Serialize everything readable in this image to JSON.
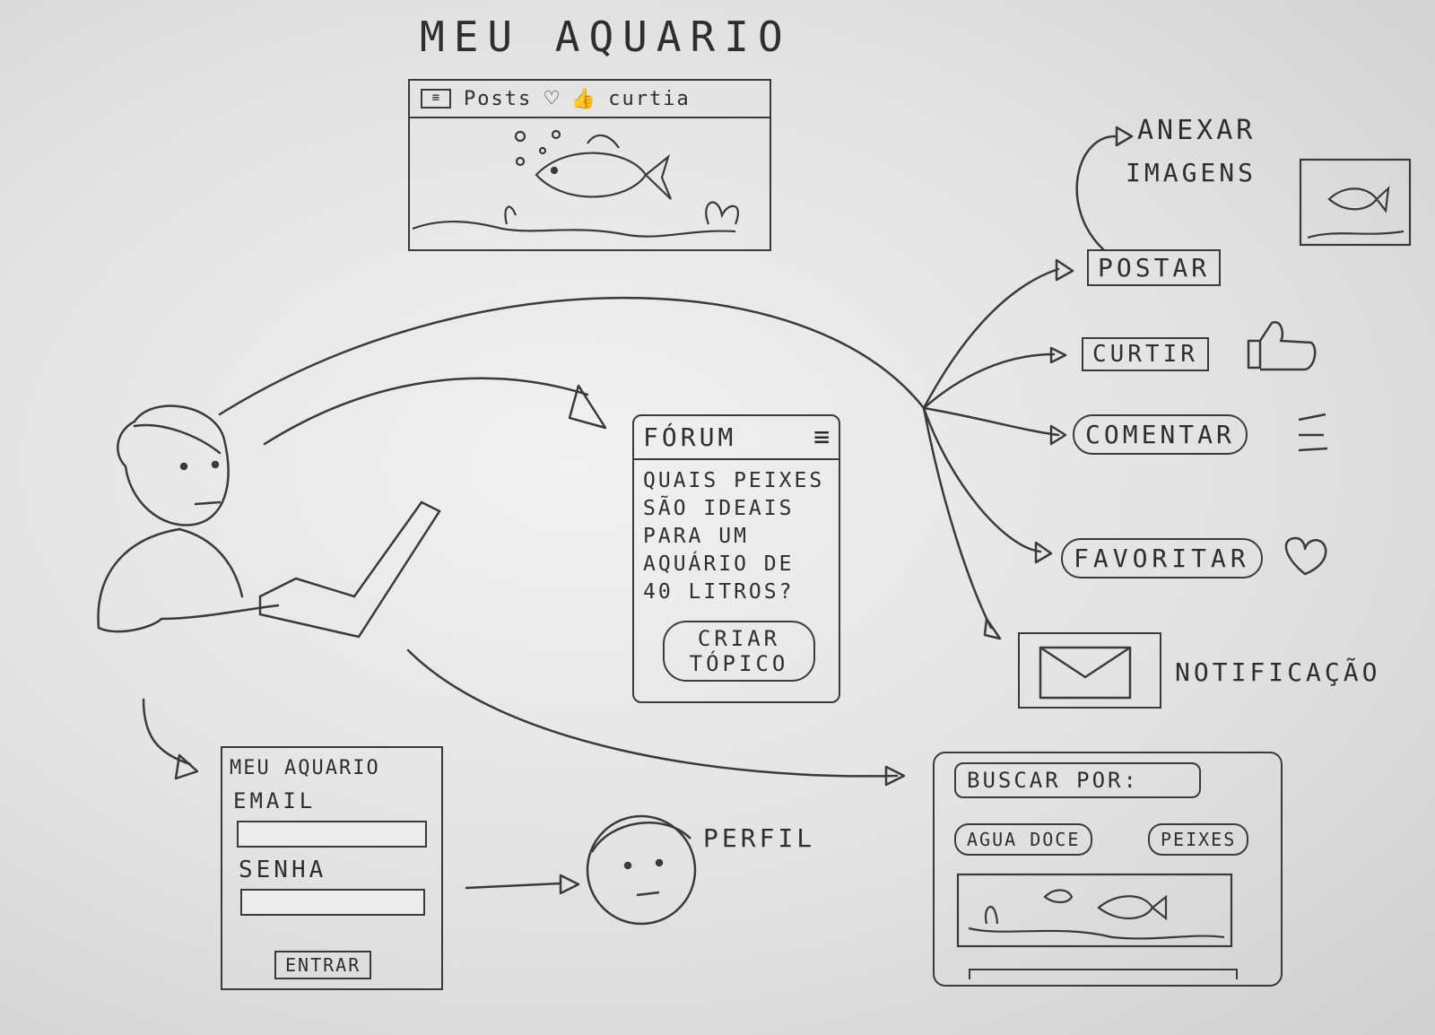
{
  "title": "MEU AQUARIO",
  "top_screen": {
    "tab_posts": "Posts",
    "tab_curtia": "curtia"
  },
  "actions": {
    "postar": "POSTAR",
    "curtir": "CURTIR",
    "comentar": "COMENTAR",
    "favoritar": "FAVORITAR",
    "notificacao": "NOTIFICAÇÃO",
    "anexar_line1": "ANEXAR",
    "anexar_line2": "IMAGENS"
  },
  "forum": {
    "title": "FÓRUM",
    "question": "QUAIS PEIXES SÃO IDEAIS PARA UM AQUÁRIO DE 40 LITROS?",
    "create_line1": "CRIAR",
    "create_line2": "TÓPICO"
  },
  "login": {
    "title": "MEU AQUARIO",
    "email_label": "EMAIL",
    "senha_label": "SENHA",
    "enter_button": "ENTRAR"
  },
  "profile": {
    "label": "PERFIL"
  },
  "search": {
    "prompt": "BUSCAR POR:",
    "filter_1": "AGUA DOCE",
    "filter_2": "PEIXES"
  },
  "colors": {
    "ink": "#3a3a3a",
    "paper": "#e6e6e4"
  }
}
